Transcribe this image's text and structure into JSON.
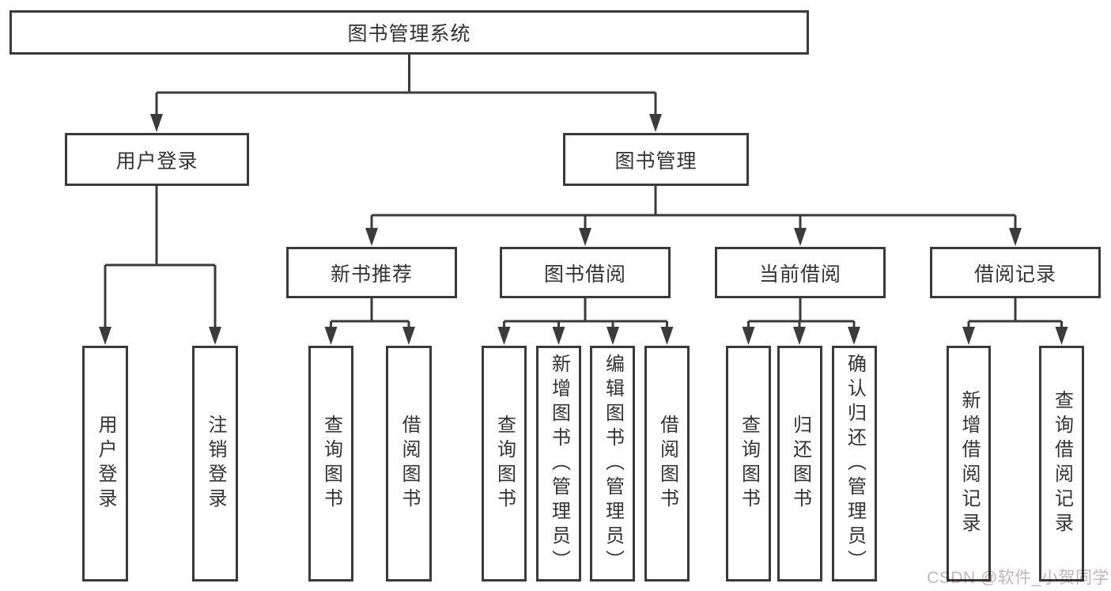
{
  "colors": {
    "background": "#ffffff",
    "line": "#3b3b3b",
    "box_border": "#3a3a3a",
    "text": "#333333",
    "watermark": "#c9b3b3"
  },
  "watermark": {
    "text": "CSDN @软件_小贺同学"
  },
  "tree": {
    "root": {
      "label": "图书管理系统"
    },
    "children": [
      {
        "label": "用户登录",
        "children": [
          {
            "label": "用户登录"
          },
          {
            "label": "注销登录"
          }
        ]
      },
      {
        "label": "图书管理",
        "children": [
          {
            "label": "新书推荐",
            "children": [
              {
                "label": "查询图书"
              },
              {
                "label": "借阅图书"
              }
            ]
          },
          {
            "label": "图书借阅",
            "children": [
              {
                "label": "查询图书"
              },
              {
                "label": "新增图书（管理员）"
              },
              {
                "label": "编辑图书（管理员）"
              },
              {
                "label": "借阅图书"
              }
            ]
          },
          {
            "label": "当前借阅",
            "children": [
              {
                "label": "查询图书"
              },
              {
                "label": "归还图书"
              },
              {
                "label": "确认归还（管理员）"
              }
            ]
          },
          {
            "label": "借阅记录",
            "children": [
              {
                "label": "新增借阅记录"
              },
              {
                "label": "查询借阅记录"
              }
            ]
          }
        ]
      }
    ]
  }
}
